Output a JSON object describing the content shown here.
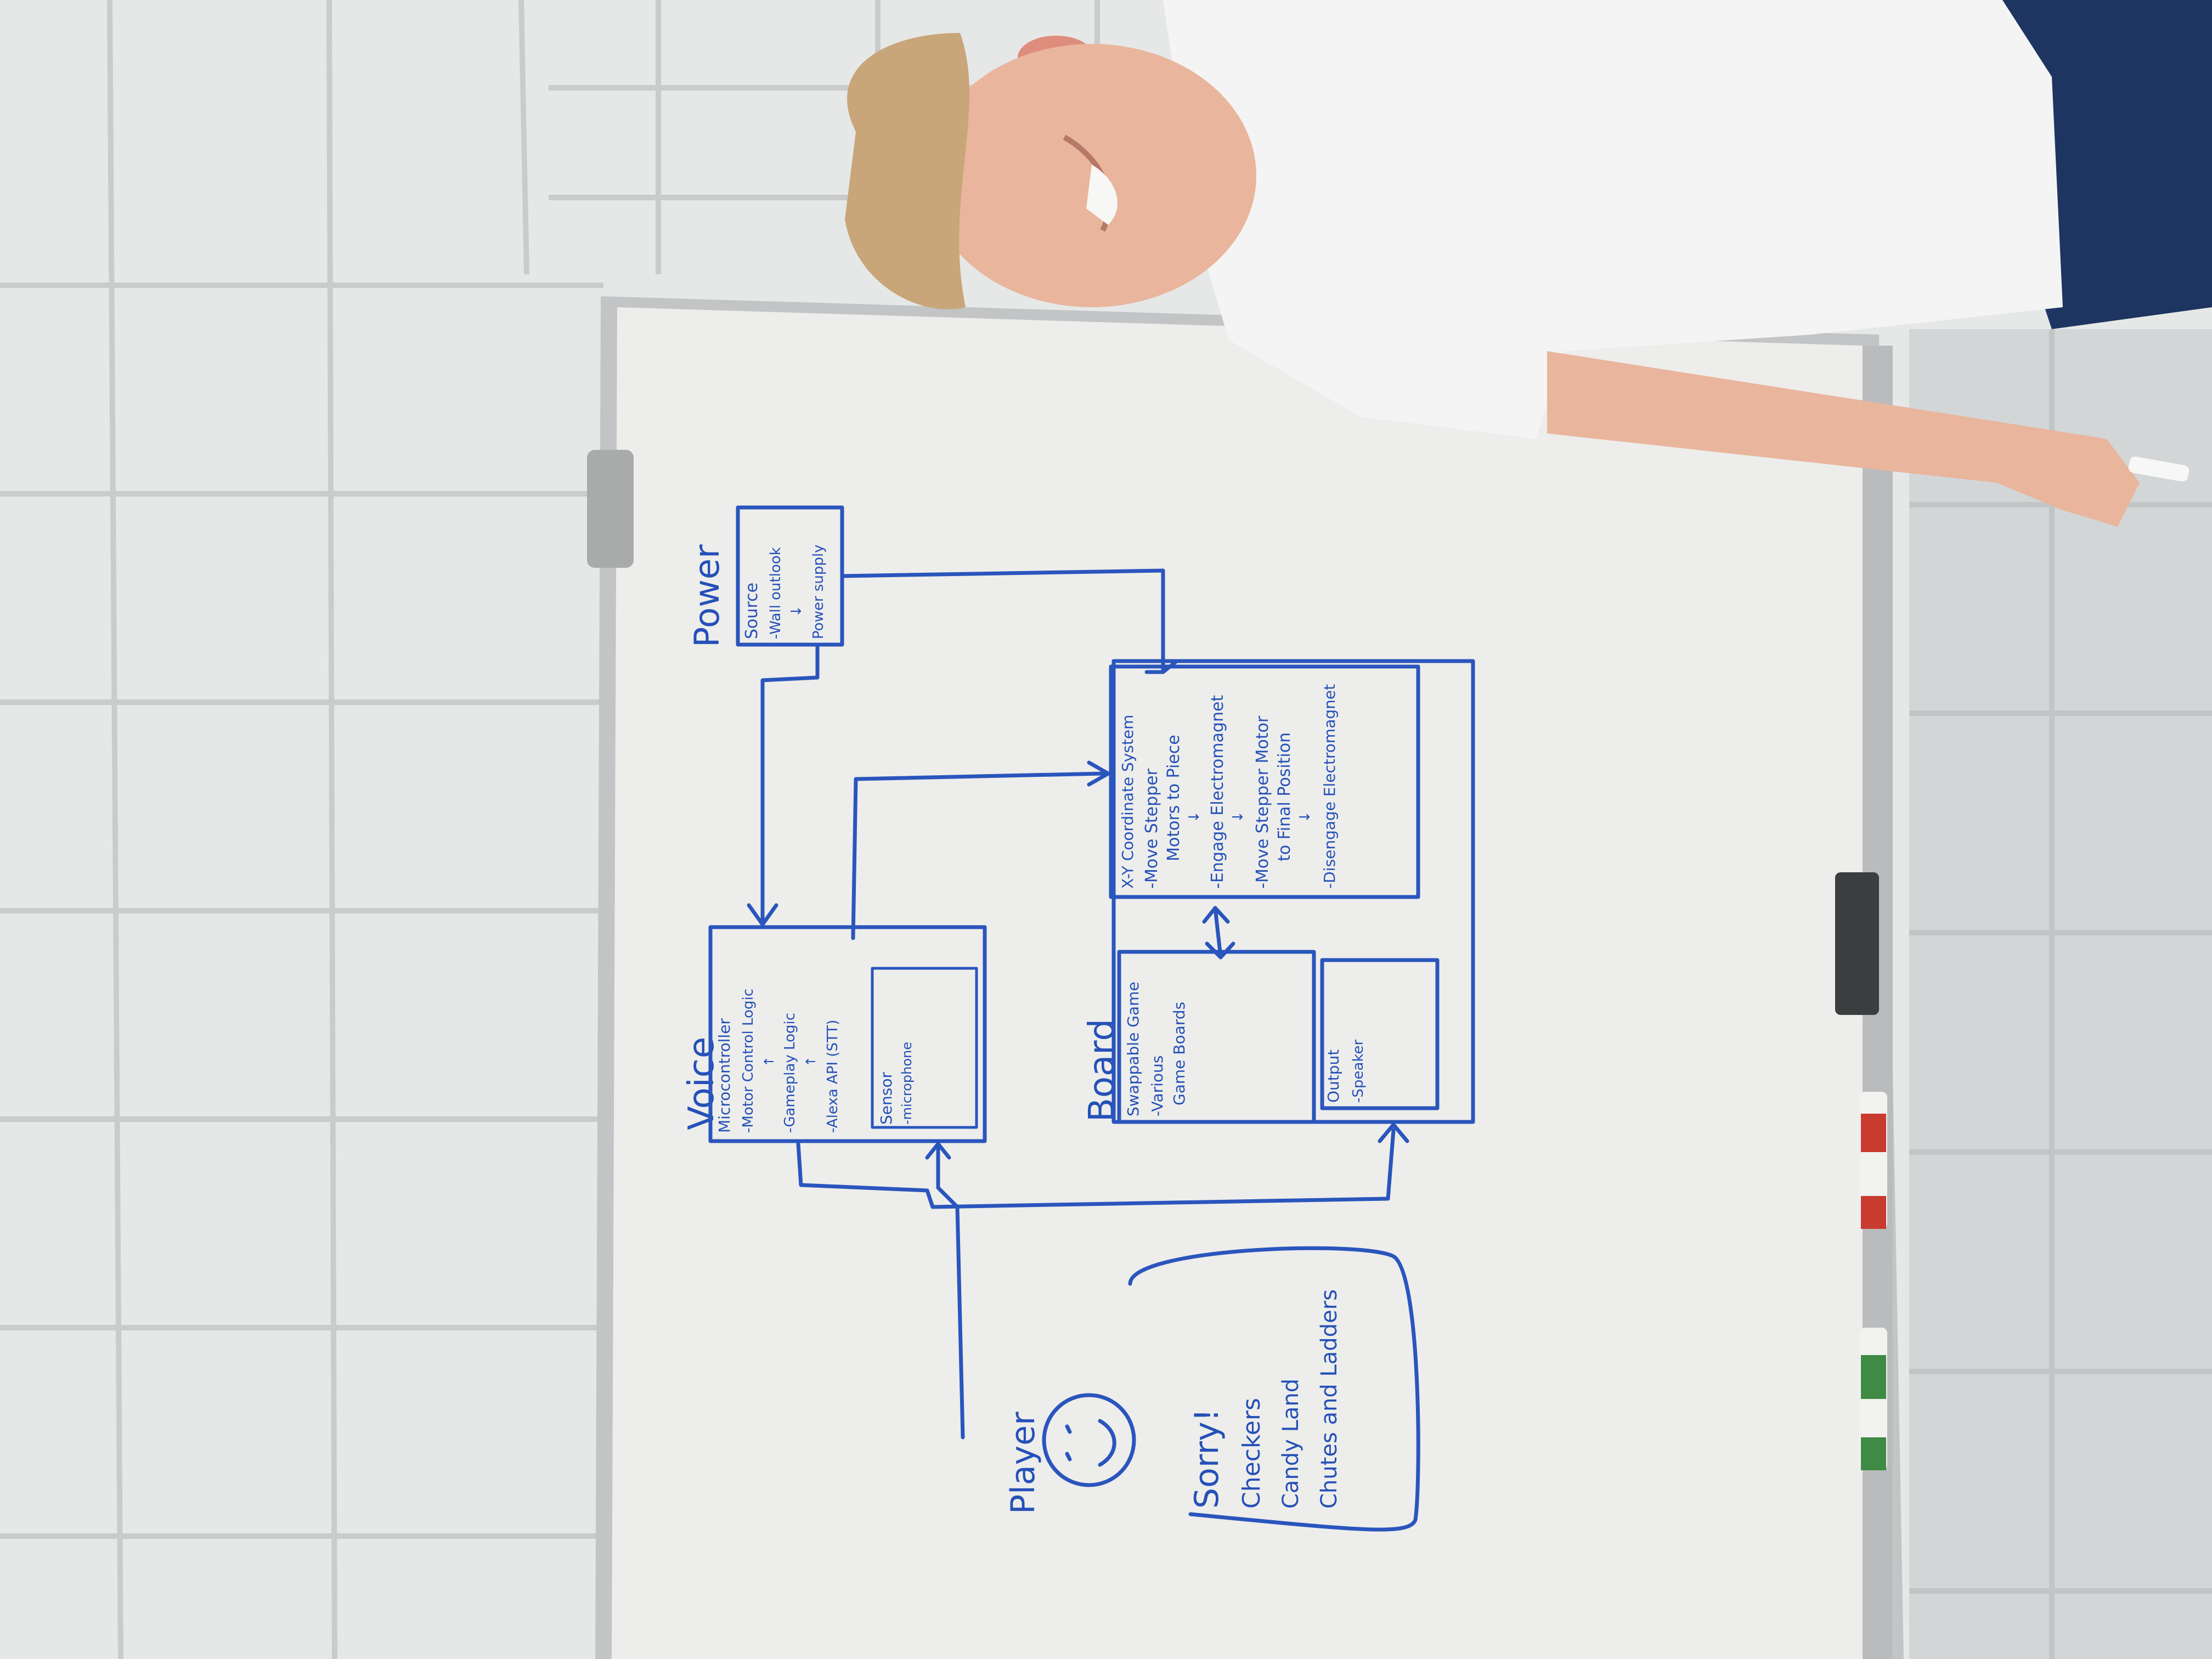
{
  "diagram": {
    "power": {
      "title": "Power",
      "box_lines": [
        "Source",
        "-Wall outlook",
        "↓",
        "Power supply"
      ]
    },
    "voice": {
      "title": "Voice",
      "microcontroller": [
        "Microcontroller",
        "-Motor Control Logic",
        "↑",
        "-Gameplay Logic",
        "↑",
        "-Alexa API (STT)"
      ],
      "sensor": [
        "Sensor",
        "-microphone"
      ]
    },
    "board": {
      "title": "Board",
      "coordinate_system": [
        "X-Y Coordinate System",
        "-Move Stepper",
        "Motors to Piece",
        "↓",
        "-Engage Electromagnet",
        "↓",
        "-Move Stepper Motor",
        "to Final Position",
        "↓",
        "-Disengage Electromagnet"
      ],
      "swappable_game": [
        "Swappable Game",
        "-Various",
        "Game Boards"
      ],
      "output": [
        "Output",
        "-Speaker"
      ]
    },
    "player": {
      "title": "Player",
      "face": "☺"
    },
    "games_box": [
      "Sorry!",
      "Checkers",
      "Candy Land",
      "Chutes and Ladders"
    ]
  },
  "colors": {
    "ink": "#2a55bd",
    "whiteboard": "#eeeeec",
    "wall": "#e4e6e6",
    "shirt": "#f4f4f4",
    "skin": "#e9b59c",
    "hair": "#c9a679",
    "shorts": "#1f3561"
  }
}
